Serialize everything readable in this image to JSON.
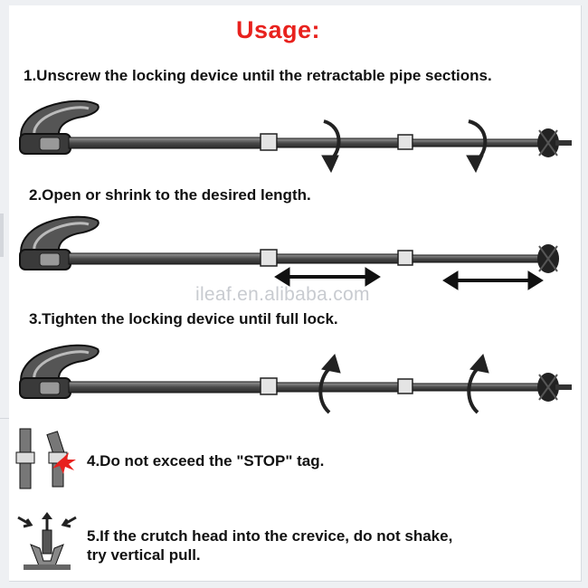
{
  "title": "Usage:",
  "watermark": "ileaf.en.alibaba.com",
  "steps": [
    {
      "text": "1.Unscrew the locking device until the retractable pipe sections."
    },
    {
      "text": "2.Open or shrink to the desired length."
    },
    {
      "text": "3.Tighten the locking device until full lock."
    },
    {
      "text": "4.Do not exceed the \"STOP\" tag."
    },
    {
      "line1": "5.If the crutch head into the crevice, do not shake,",
      "line2": "try vertical pull."
    }
  ],
  "colors": {
    "title": "#e8211d",
    "text": "#111111",
    "pole": "#555555",
    "grip": "#3a3a3a",
    "joint": "#e4e4e4",
    "stop_burst": "#e8211d"
  },
  "icons": {
    "step1": "unscrew-arrows-icon",
    "step2": "extend-arrows-icon",
    "step3": "tighten-arrows-icon",
    "step4": "stop-tag-warning-icon",
    "step5": "vertical-pull-icon"
  }
}
